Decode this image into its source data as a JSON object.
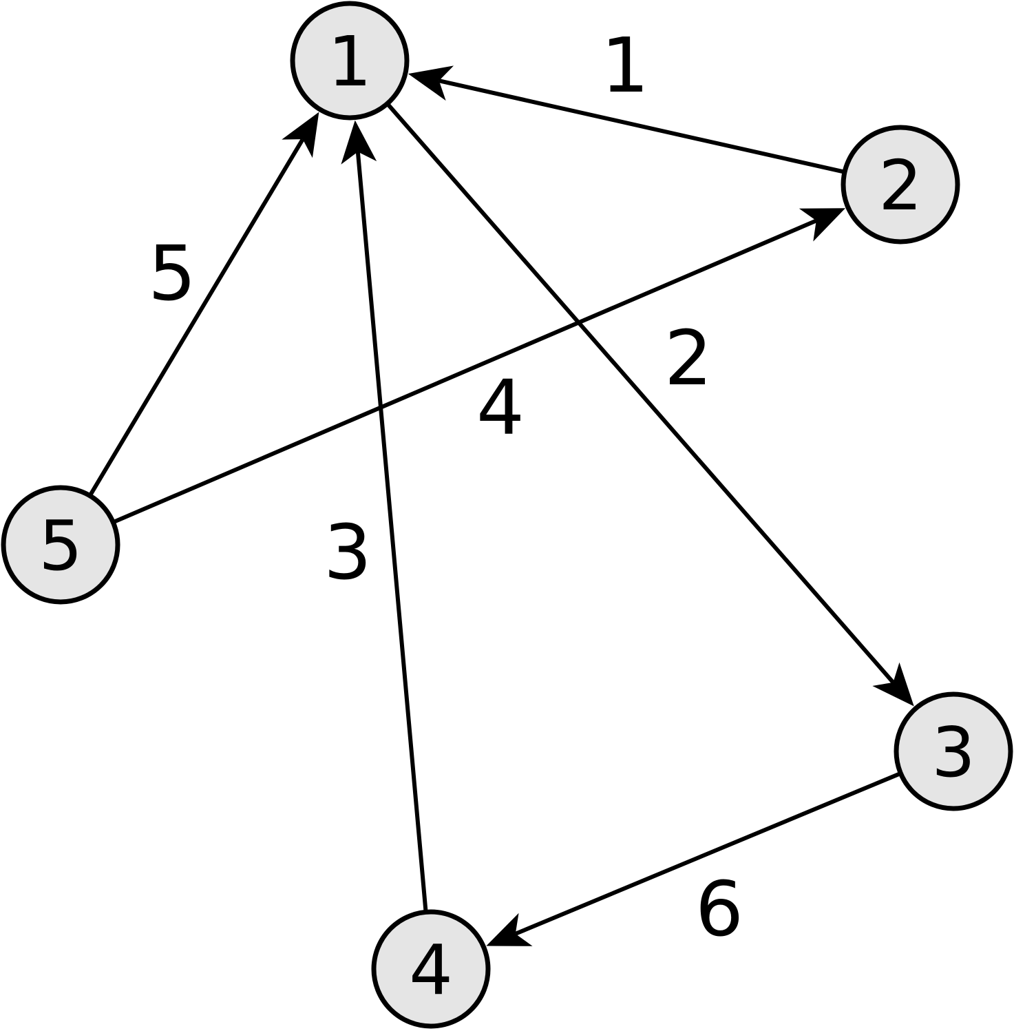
{
  "diagram": {
    "type": "directed-weighted-graph",
    "colors": {
      "node_fill": "#e5e5e5",
      "stroke": "#000000",
      "text": "#000000",
      "background": "#ffffff"
    },
    "nodes": [
      {
        "id": "1",
        "label": "1"
      },
      {
        "id": "2",
        "label": "2"
      },
      {
        "id": "3",
        "label": "3"
      },
      {
        "id": "4",
        "label": "4"
      },
      {
        "id": "5",
        "label": "5"
      }
    ],
    "edges": [
      {
        "from": "2",
        "to": "1",
        "weight": "1"
      },
      {
        "from": "1",
        "to": "3",
        "weight": "2"
      },
      {
        "from": "4",
        "to": "1",
        "weight": "3"
      },
      {
        "from": "5",
        "to": "2",
        "weight": "4"
      },
      {
        "from": "5",
        "to": "1",
        "weight": "5"
      },
      {
        "from": "3",
        "to": "4",
        "weight": "6"
      }
    ]
  }
}
